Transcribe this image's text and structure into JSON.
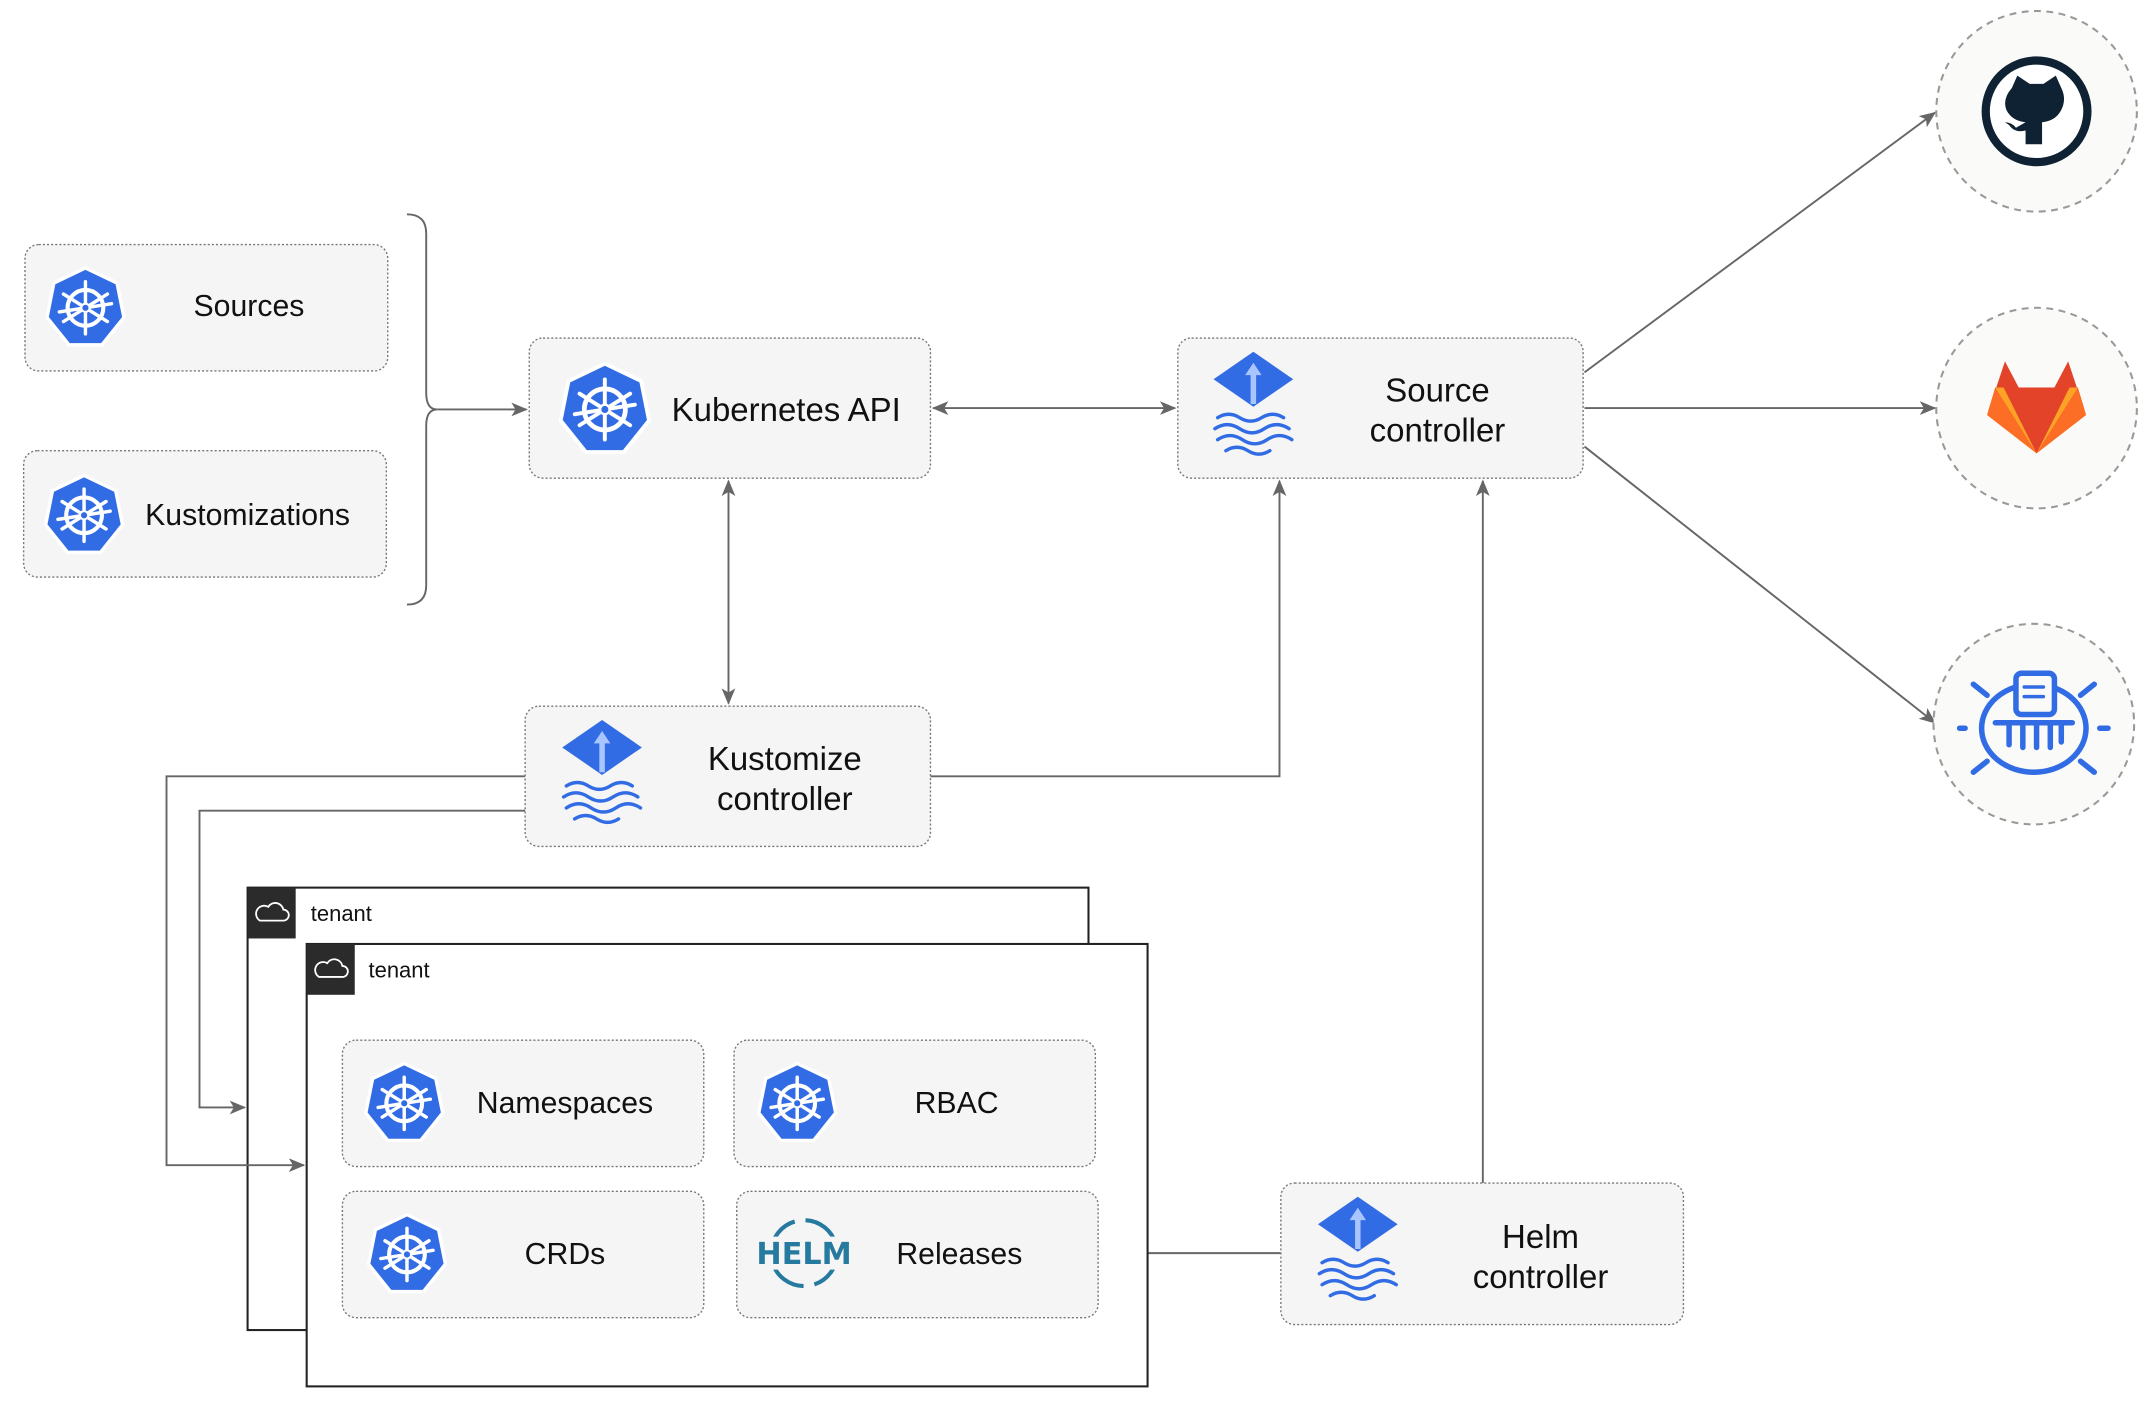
{
  "nodes": {
    "sources": "Sources",
    "kustomizations": "Kustomizations",
    "kubernetes_api": "Kubernetes API",
    "source_controller": [
      "Source",
      "controller"
    ],
    "kustomize_controller": [
      "Kustomize",
      "controller"
    ],
    "helm_controller": [
      "Helm",
      "controller"
    ],
    "namespaces": "Namespaces",
    "rbac": "RBAC",
    "crds": "CRDs",
    "releases": "Releases"
  },
  "tenants": [
    "tenant",
    "tenant"
  ],
  "helm_logo_text": "HELM",
  "external_sources": [
    "github-icon",
    "gitlab-icon",
    "bucket-icon"
  ],
  "colors": {
    "kubernetes_blue": "#326ce5",
    "edge": "#666666",
    "helm_teal": "#277a9f",
    "gitlab_orange": "#e24329"
  }
}
